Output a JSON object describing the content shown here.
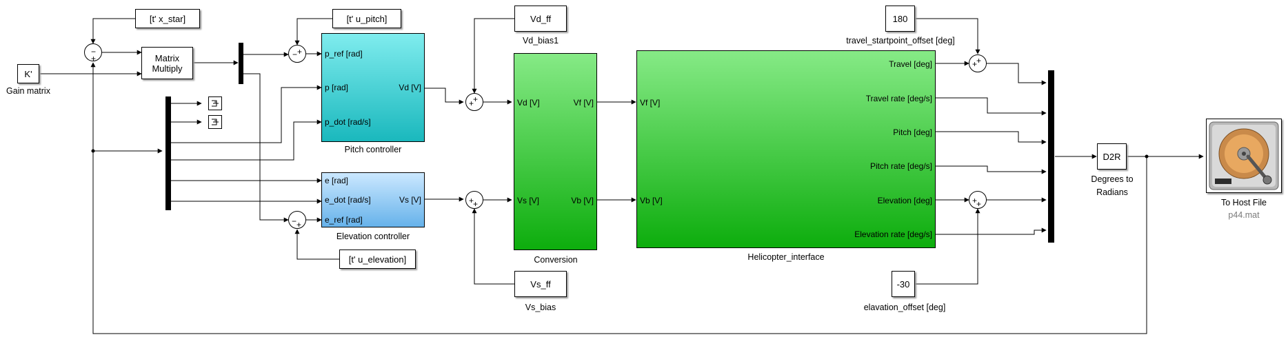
{
  "gain": {
    "value": "K'",
    "label": "Gain matrix"
  },
  "from_x_star": "[t' x_star]",
  "from_u_pitch": "[t' u_pitch]",
  "from_u_elevation": "[t' u_elevation]",
  "matrix_multiply": {
    "line1": "Matrix",
    "line2": "Multiply"
  },
  "pitch_controller": {
    "label": "Pitch controller",
    "inputs": [
      "p_ref  [rad]",
      "p [rad]",
      "p_dot [rad/s]"
    ],
    "output": "Vd [V]"
  },
  "elevation_controller": {
    "label": "Elevation controller",
    "inputs": [
      "e [rad]",
      "e_dot [rad/s]",
      "e_ref  [rad]"
    ],
    "output": "Vs [V]"
  },
  "vd_ff": {
    "value": "Vd_ff",
    "label": "Vd_bias1"
  },
  "vs_ff": {
    "value": "Vs_ff",
    "label": "Vs_bias"
  },
  "conversion": {
    "label": "Conversion",
    "inputs": [
      "Vd [V]",
      "Vs [V]"
    ],
    "outputs": [
      "Vf  [V]",
      "Vb [V]"
    ]
  },
  "helicopter": {
    "label": "Helicopter_interface",
    "inputs": [
      "Vf  [V]",
      "Vb [V]"
    ],
    "outputs": [
      "Travel [deg]",
      "Travel rate [deg/s]",
      "Pitch [deg]",
      "Pitch rate [deg/s]",
      "Elevation [deg]",
      "Elevation rate [deg/s]"
    ]
  },
  "travel_offset": {
    "value": "180",
    "label": "travel_startpoint_offset [deg]"
  },
  "elevation_offset": {
    "value": "-30",
    "label": "elavation_offset [deg]"
  },
  "d2r": {
    "value": "D2R",
    "label_line1": "Degrees to",
    "label_line2": "Radians"
  },
  "to_host_file": {
    "label": "To Host File",
    "filename": "p44.mat"
  },
  "sum_signs": {
    "plus": "+",
    "minus": "−"
  },
  "colors": {
    "pitch": "#1ab8bd",
    "elevation": "#66b2ea",
    "green": "#0dad0d"
  }
}
